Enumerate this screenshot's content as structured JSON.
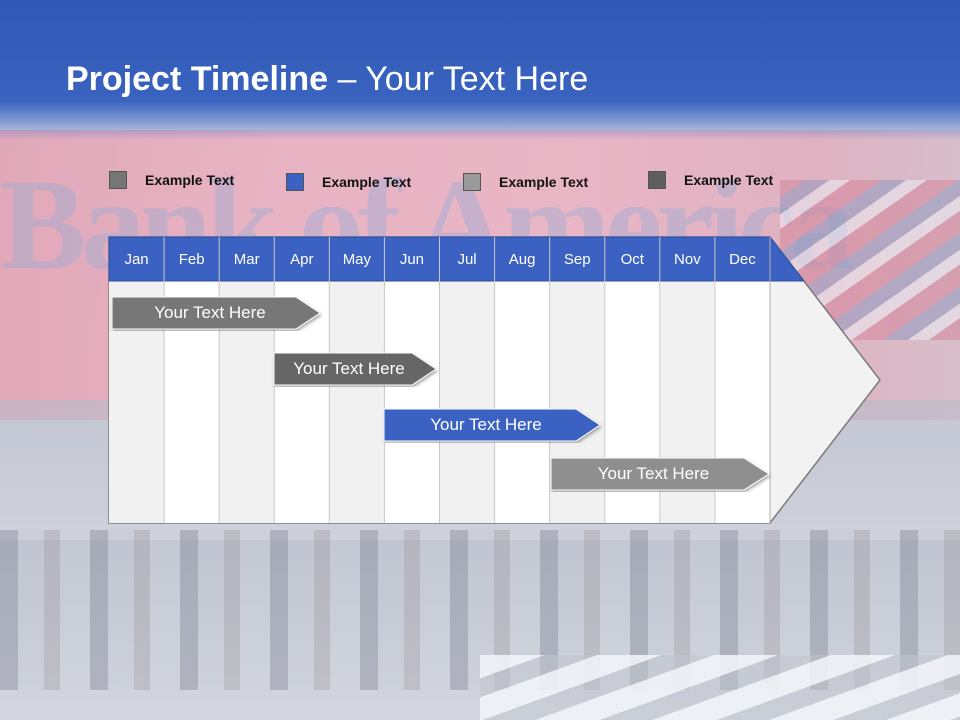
{
  "title": {
    "bold": "Project Timeline",
    "rest": " – Your Text Here"
  },
  "legend": [
    {
      "label": "Example Text",
      "color": "#767676"
    },
    {
      "label": "Example Text",
      "color": "#3b62c2"
    },
    {
      "label": "Example Text",
      "color": "#9a9a9a"
    },
    {
      "label": "Example Text",
      "color": "#5e5e5e"
    }
  ],
  "months": [
    "Jan",
    "Feb",
    "Mar",
    "Apr",
    "May",
    "Jun",
    "Jul",
    "Aug",
    "Sep",
    "Oct",
    "Nov",
    "Dec"
  ],
  "tasks": [
    {
      "label": "Your  Text Here",
      "color": "#777777"
    },
    {
      "label": "Your  Text Here",
      "color": "#666666"
    },
    {
      "label": "Your  Text Here",
      "color": "#3b62c2"
    },
    {
      "label": "Your  Text Here",
      "color": "#8f8f8f"
    }
  ],
  "colors": {
    "header": "#3a63c0",
    "month_bar": "#3b62c2"
  }
}
